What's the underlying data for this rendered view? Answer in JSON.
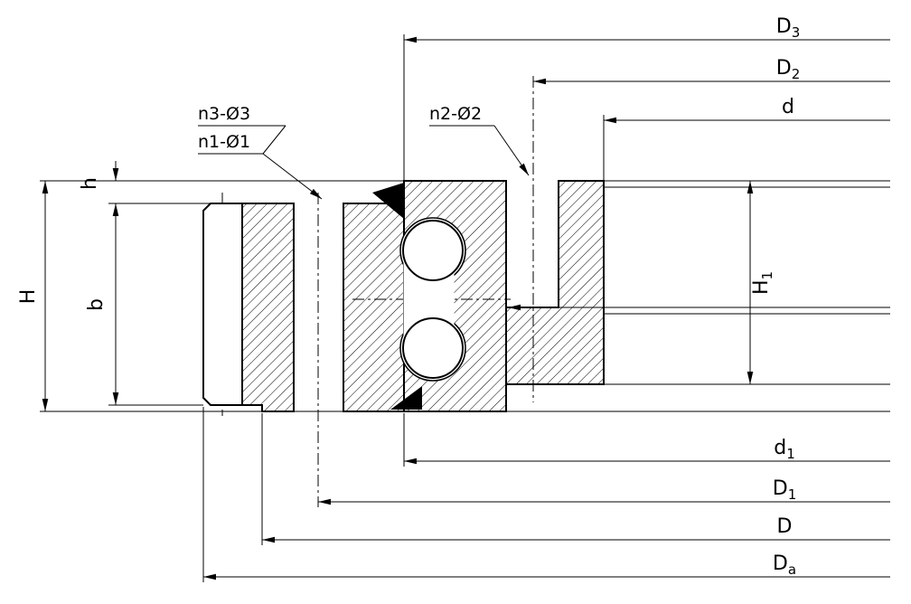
{
  "drawing_type": "bearing-cross-section",
  "colors": {
    "ink": "#000000",
    "paper": "#ffffff"
  },
  "labels": {
    "D3": {
      "base": "D",
      "sub": "3"
    },
    "D2": {
      "base": "D",
      "sub": "2"
    },
    "d": {
      "base": "d",
      "sub": ""
    },
    "H1": {
      "base": "H",
      "sub": "1"
    },
    "d1": {
      "base": "d",
      "sub": "1"
    },
    "D1": {
      "base": "D",
      "sub": "1"
    },
    "D": {
      "base": "D",
      "sub": ""
    },
    "Da": {
      "base": "D",
      "sub": "a"
    },
    "H": {
      "base": "H",
      "sub": ""
    },
    "b": {
      "base": "b",
      "sub": ""
    },
    "h": {
      "base": "h",
      "sub": ""
    }
  },
  "callouts": {
    "n3": "n3-Ø3",
    "n1": "n1-Ø1",
    "n2": "n2-Ø2"
  }
}
